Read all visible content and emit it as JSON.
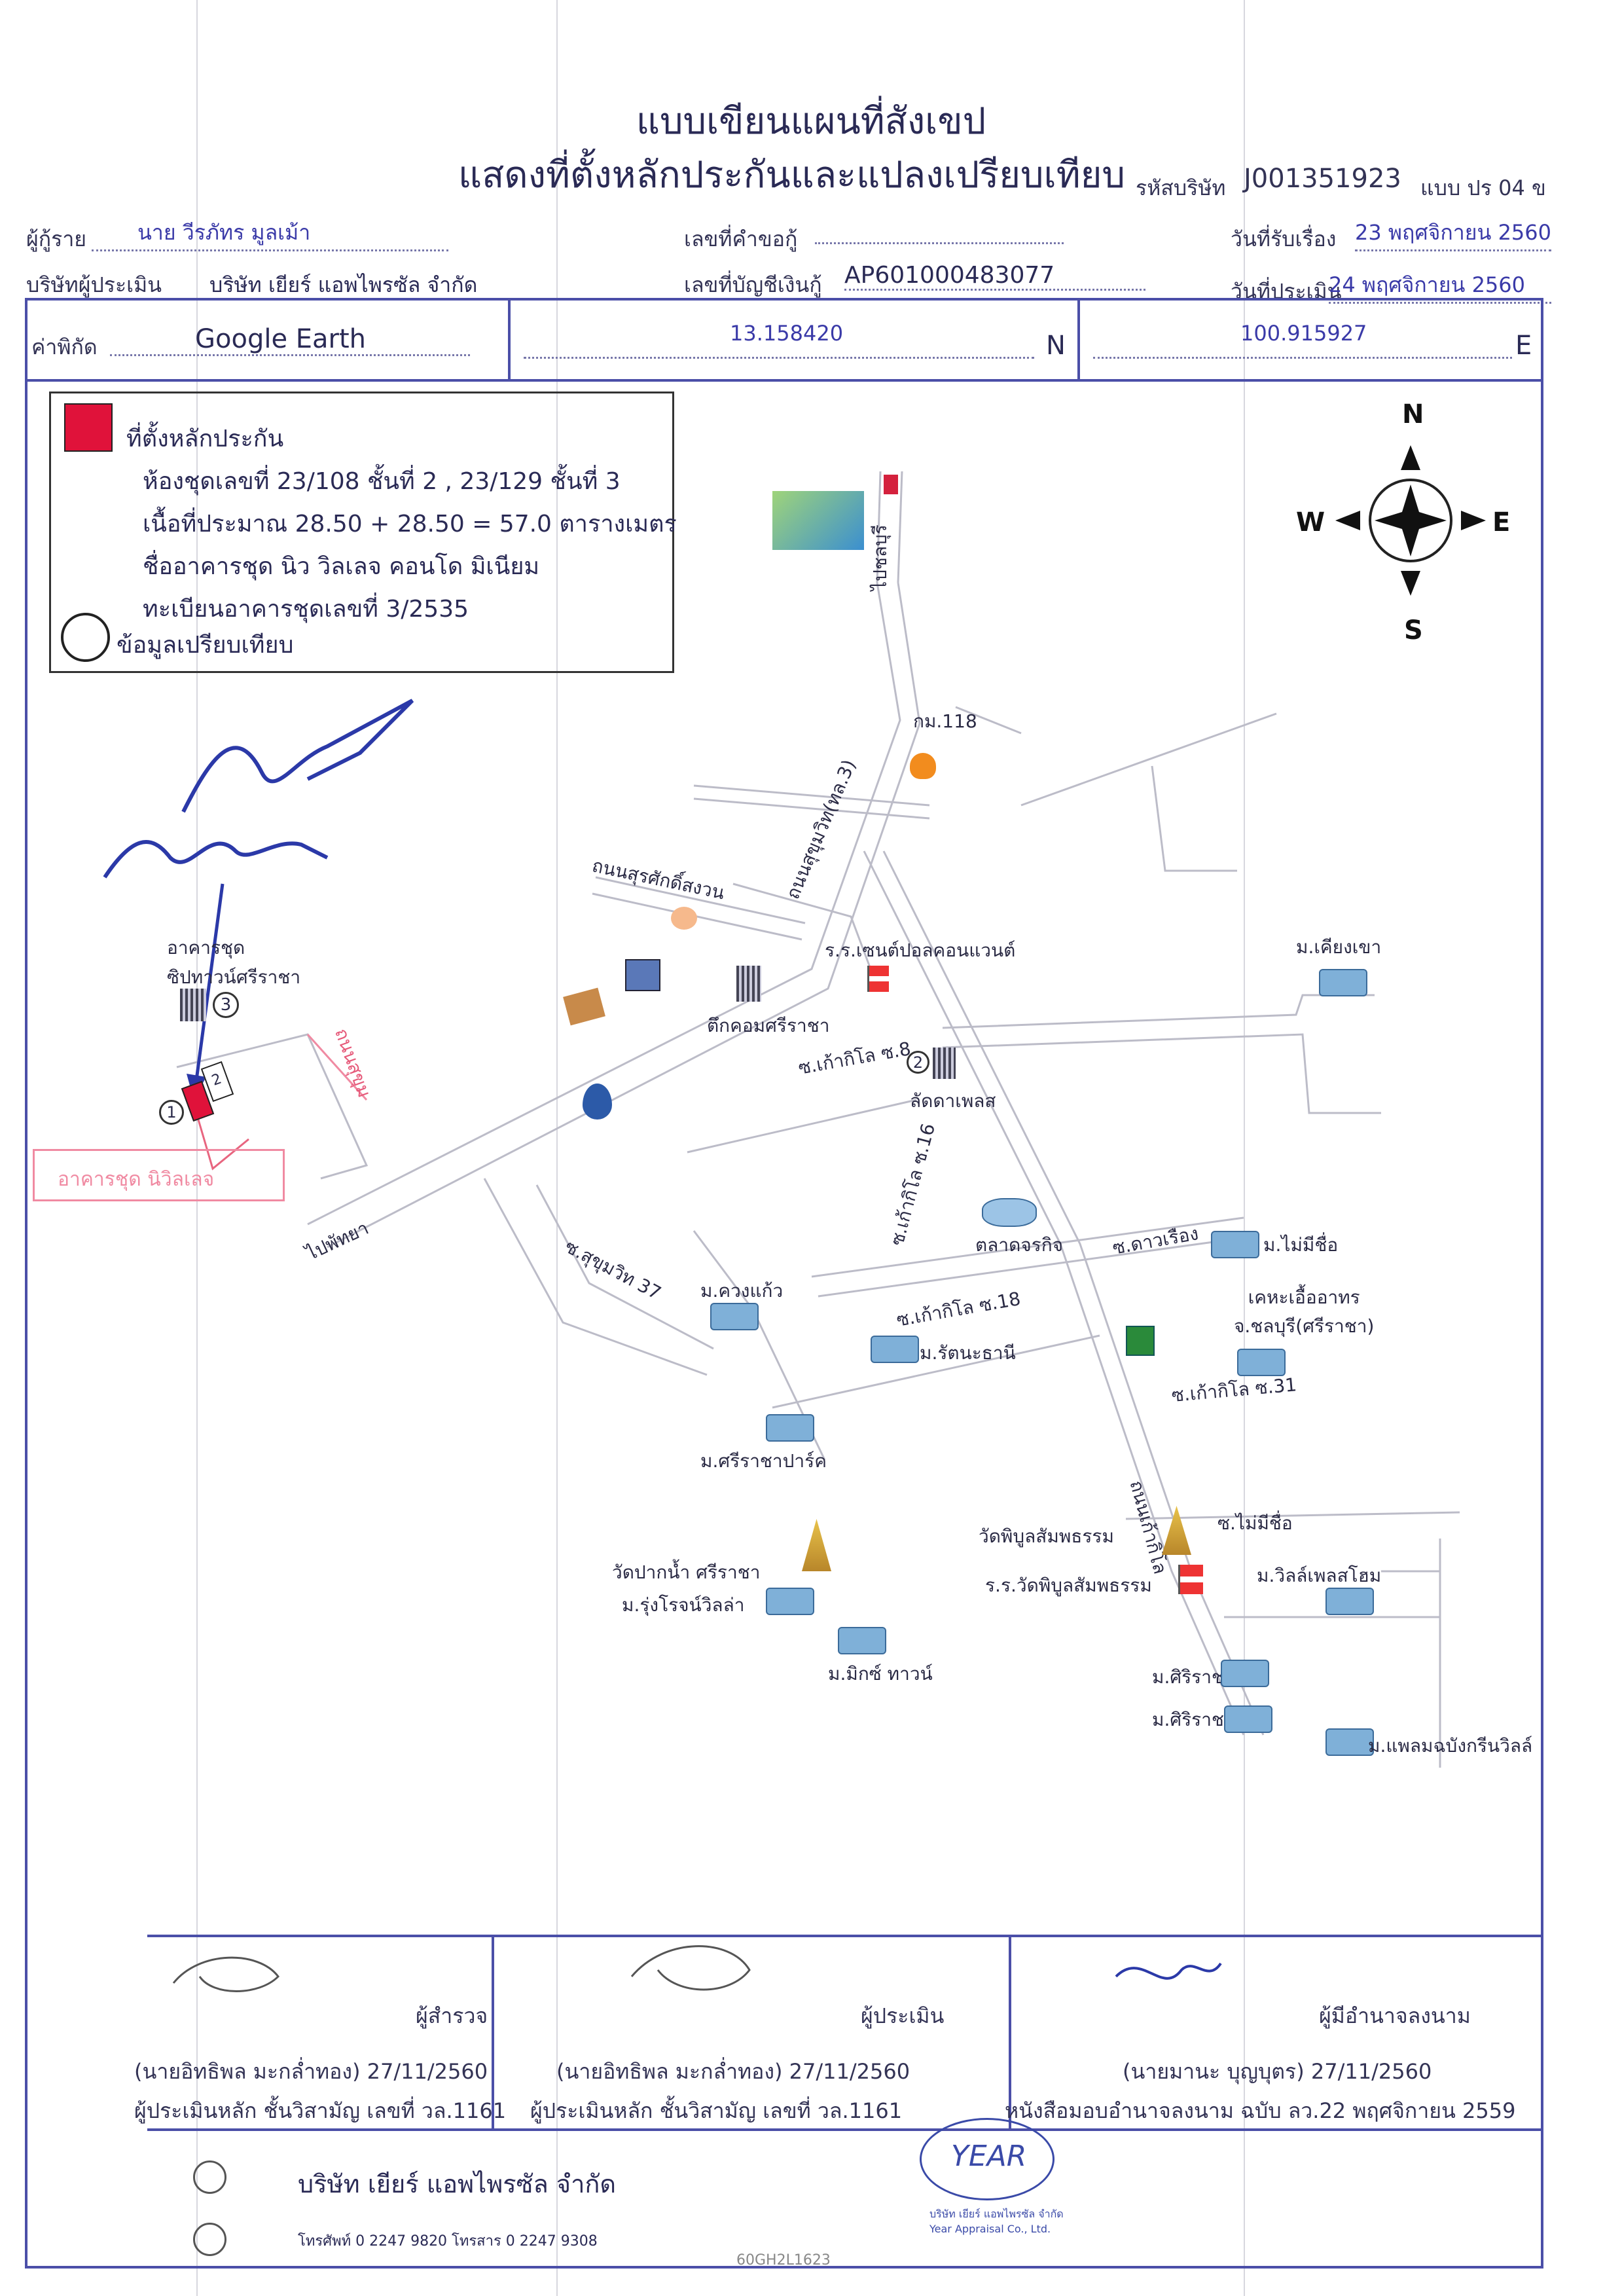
{
  "header": {
    "title": "แบบเขียนแผนที่สังเขป",
    "subtitle": "แสดงที่ตั้งหลักประกันและแปลงเปรียบเทียบ",
    "company_code_label": "รหัสบริษัท",
    "company_code": "J001351923",
    "form_code": "แบบ ปร 04 ข"
  },
  "info": {
    "borrower_label": "ผู้กู้ราย",
    "borrower": "นาย วีรภัทร มูลเม้า",
    "request_no_label": "เลขที่คำขอกู้",
    "request_no": "",
    "received_label": "วันที่รับเรื่อง",
    "received_date": "23 พฤศจิกายน 2560",
    "appraiser_company_label": "บริษัทผู้ประเมิน",
    "appraiser_company": "บริษัท เยียร์ แอพไพรซัล จำกัด",
    "account_no_label": "เลขที่บัญชีเงินกู้",
    "account_no": "AP601000483077",
    "appraisal_label": "วันที่ประเมิน",
    "appraisal_date": "24 พฤศจิกายน 2560"
  },
  "coords": {
    "label": "ค่าพิกัด",
    "source": "Google Earth",
    "lat": "13.158420",
    "lat_unit": "N",
    "lon": "100.915927",
    "lon_unit": "E"
  },
  "legend": {
    "collateral_title": "ที่ตั้งหลักประกัน",
    "unit_line": "ห้องชุดเลขที่ 23/108 ชั้นที่ 2 , 23/129 ชั้นที่ 3",
    "area_line": "เนื้อที่ประมาณ  28.50 + 28.50 = 57.0  ตารางเมตร",
    "building_line": "ชื่ออาคารชุด นิว วิลเลจ คอนโด มิเนียม",
    "registry_line": "ทะเบียนอาคารชุดเลขที่ 3/2535",
    "compare_title": "ข้อมูลเปรียบเทียบ",
    "collateral_color": "#e0123a"
  },
  "compass": {
    "n": "N",
    "s": "S",
    "e": "E",
    "w": "W"
  },
  "map": {
    "roads": {
      "sukhumvit_3": "ถนนสุขุมวิท(ทล.3)",
      "surasak_rd": "ถนนสุรศักดิ์สงวน",
      "to_pattaya": "ไปพัทยา",
      "to_chonburi": "ไปชลบุรี",
      "soi_sukhumvit_37": "ซ.สุขุมวิท 37",
      "soi_kaokilo_8": "ซ.เก้ากิโล ซ.8",
      "soi_kaokilo_16": "ซ.เก้ากิโล ซ.16",
      "soi_kaokilo_18": "ซ.เก้ากิโล ซ.18",
      "soi_kaokilo_31": "ซ.เก้ากิโล ซ.31",
      "kaokilo_rd": "ถนนเก้ากิโล",
      "soi_daoruang": "ซ.ดาวเรือง",
      "soi_unnamed": "ซ.ไม่มีชื่อ",
      "pink_road": "ถนนสุขุม"
    },
    "places": {
      "km118": "กม.118",
      "condo_town": "อาคารชุด\nซิปทาวน์ศรีราชา",
      "st_paul": "ร.ร.เซนต์ปอลคอนแวนต์",
      "tuk_com": "ตึกคอมศรีราชา",
      "ladda": "ลัดดาเพลส",
      "m_kiangkhao": "ม.เคียงเขา",
      "talad": "ตลาดจรกิจ",
      "m_maimeecheu": "ม.ไม่มีชื่อ",
      "m_khuangkaew": "ม.ควงแก้ว",
      "health_office": "เคหะเอื้ออาทร\nจ.ชลบุรี(ศรีราชา)",
      "m_rattanathani": "ม.รัตนะธานี",
      "m_sriracha_park": "ม.ศรีราชาปาร์ค",
      "wat_pibul": "วัดพิบูลสัมพธรรม",
      "school_pibul": "ร.ร.วัดพิบูลสัมพธรรม",
      "m_villa": "ม.วิลล์เพลสโฮม",
      "wat_pak": "วัดปากน้ำ ศรีราชา",
      "m_rungrot": "ม.รุ่งโรจน์วิลล่า",
      "m_mix": "ม.มิกซ์ ทาวน์",
      "m_sriracha1": "ม.ศิริราชา",
      "m_sriracha2": "ม.ศิริราชา",
      "m_phalom": "ม.แพลมฉบังกรีนวิลล์",
      "pink_box": "อาคารชุด นิวิลเลจ",
      "marker1": "1",
      "marker2": "2",
      "marker3": "3",
      "marker2b": "2"
    }
  },
  "signatures": {
    "surveyor_role": "ผู้สำรวจ",
    "surveyor_name": "(นายอิทธิพล มะกล่ำทอง) 27/11/2560",
    "surveyor_cert": "ผู้ประเมินหลัก ชั้นวิสามัญ เลขที่ วล.1161",
    "appraiser_role": "ผู้ประเมิน",
    "appraiser_name": "(นายอิทธิพล มะกล่ำทอง) 27/11/2560",
    "appraiser_cert": "ผู้ประเมินหลัก ชั้นวิสามัญ เลขที่ วล.1161",
    "auth_role": "ผู้มีอำนาจลงนาม",
    "auth_name": "(นายมานะ บุญบุตร) 27/11/2560",
    "auth_doc": "หนังสือมอบอำนาจลงนาม ฉบับ ลว.22 พฤศจิกายน 2559"
  },
  "footer": {
    "company": "บริษัท เยียร์ แอพไพรซัล จำกัด",
    "phone": "โทรศัพท์ 0 2247 9820 โทรสาร 0 2247 9308",
    "logo_text": "YEAR",
    "logo_sub": "บริษัท เยียร์ แอพไพรซัล จำกัด\nYear Appraisal Co., Ltd.",
    "doc_id": "60GH2L1623"
  }
}
